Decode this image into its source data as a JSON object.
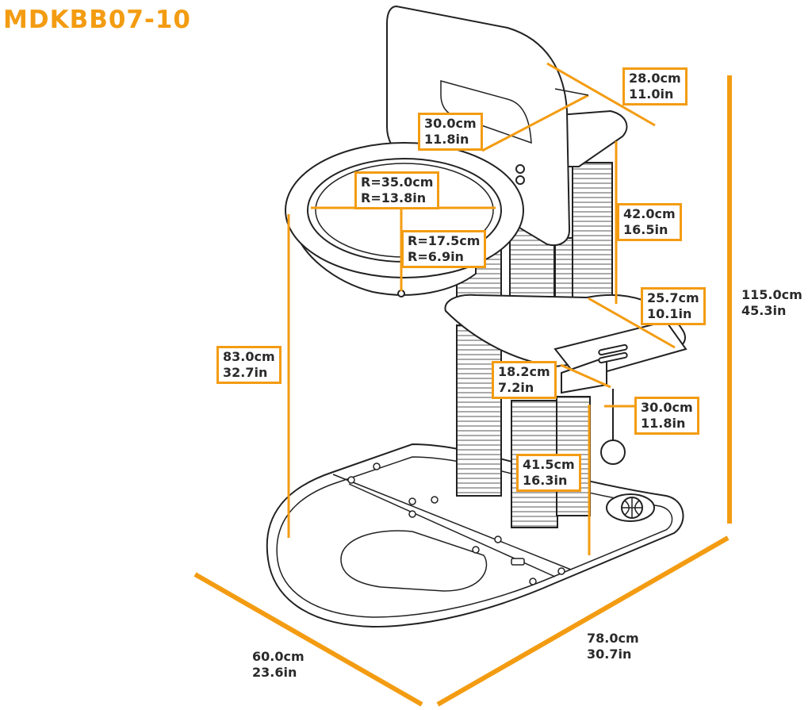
{
  "accent": "#F39C12",
  "ink": "#2a2a2a",
  "model": "MDKBB07-10",
  "icons": {
    "basketball": "basketball-icon",
    "ball": "hanging-ball-toy"
  },
  "dimensions": {
    "backboard_depth": {
      "cm": "28.0cm",
      "in": "11.0in"
    },
    "backboard_width": {
      "cm": "30.0cm",
      "in": "11.8in"
    },
    "hoop_outer_radius": {
      "cm": "R=35.0cm",
      "in": "R=13.8in"
    },
    "hoop_inner_radius": {
      "cm": "R=17.5cm",
      "in": "R=6.9in"
    },
    "upper_post_height": {
      "cm": "42.0cm",
      "in": "16.5in"
    },
    "total_height": {
      "cm": "115.0cm",
      "in": "45.3in"
    },
    "platform_depth": {
      "cm": "25.7cm",
      "in": "10.1in"
    },
    "hoop_height": {
      "cm": "83.0cm",
      "in": "32.7in"
    },
    "step_width": {
      "cm": "18.2cm",
      "in": "7.2in"
    },
    "ball_toy_length": {
      "cm": "30.0cm",
      "in": "11.8in"
    },
    "lower_post_height": {
      "cm": "41.5cm",
      "in": "16.3in"
    },
    "base_length": {
      "cm": "78.0cm",
      "in": "30.7in"
    },
    "base_width": {
      "cm": "60.0cm",
      "in": "23.6in"
    }
  }
}
